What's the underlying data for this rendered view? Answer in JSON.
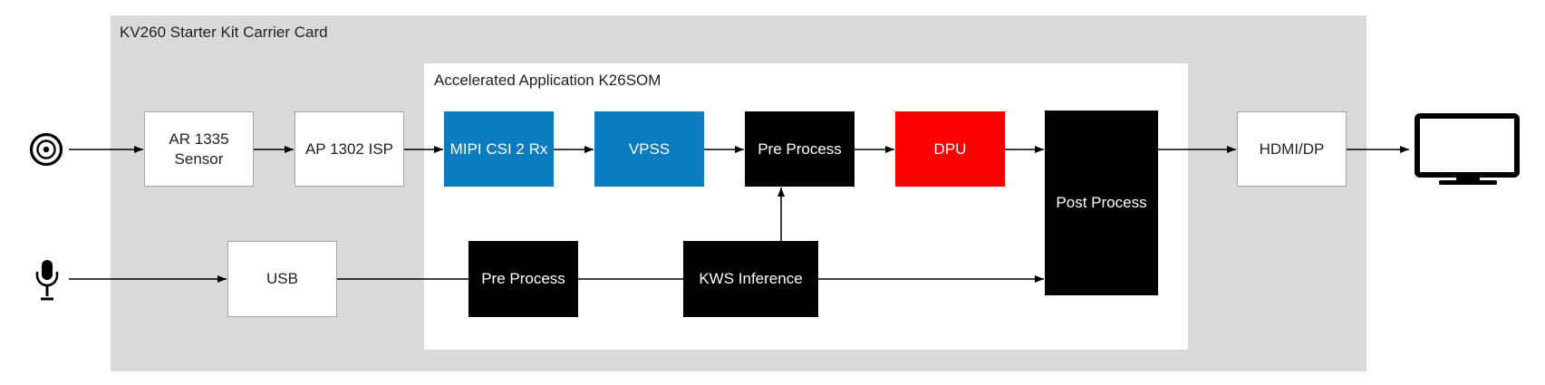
{
  "regions": {
    "carrier_card": "KV260 Starter Kit Carrier Card",
    "accelerated_app": "Accelerated Application K26SOM"
  },
  "blocks": {
    "ar1335": "AR 1335\nSensor",
    "ap1302": "AP 1302 ISP",
    "mipi": "MIPI CSI 2 Rx",
    "vpss": "VPSS",
    "pre_process_video": "Pre Process",
    "dpu": "DPU",
    "post_process": "Post Process",
    "hdmi_dp": "HDMI/DP",
    "usb": "USB",
    "pre_process_audio": "Pre Process",
    "kws_inference": "KWS Inference"
  },
  "icons": {
    "camera": "camera-icon",
    "microphone": "microphone-icon",
    "monitor": "monitor-icon"
  },
  "colors": {
    "carrier_bg": "#d9d9d9",
    "som_bg": "#ffffff",
    "ip_blue": "#0a7cbf",
    "dpu_red": "#ff0000",
    "black": "#000000"
  }
}
